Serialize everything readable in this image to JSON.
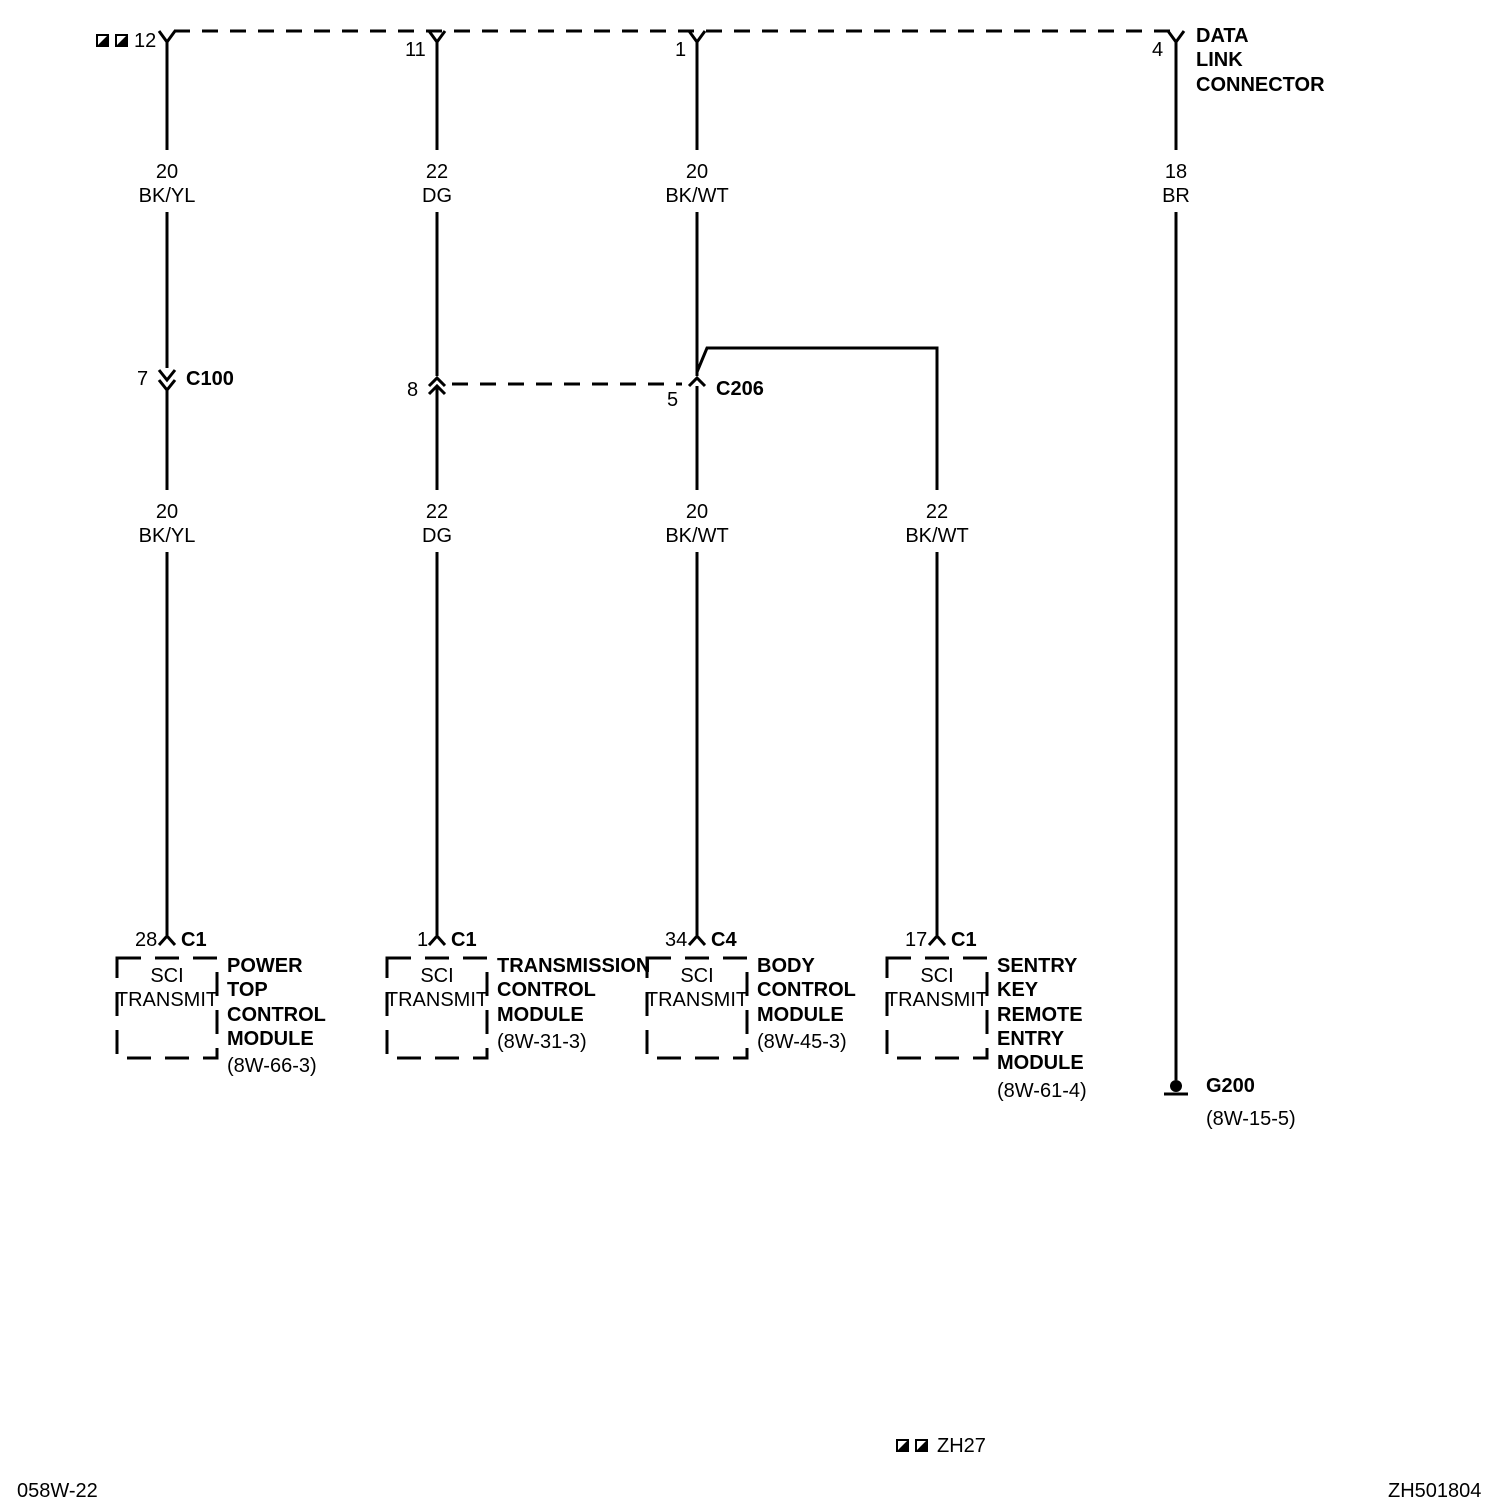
{
  "dlc": {
    "label": [
      "DATA",
      "LINK",
      "CONNECTOR"
    ],
    "pins": [
      "12",
      "11",
      "1",
      "4"
    ],
    "icons": [
      "splice-indicator-icon",
      "splice-indicator-icon"
    ]
  },
  "wires": [
    {
      "gauge": "20",
      "color": "BK/YL"
    },
    {
      "gauge": "22",
      "color": "DG"
    },
    {
      "gauge": "20",
      "color": "BK/WT"
    },
    {
      "gauge": "18",
      "color": "BR"
    },
    {
      "gauge": "20",
      "color": "BK/YL"
    },
    {
      "gauge": "22",
      "color": "DG"
    },
    {
      "gauge": "20",
      "color": "BK/WT"
    },
    {
      "gauge": "22",
      "color": "BK/WT"
    }
  ],
  "connectors": {
    "c100": {
      "name": "C100",
      "pin": "7"
    },
    "c206": {
      "name": "C206",
      "pin_left": "8",
      "pin_right": "5"
    }
  },
  "modules": [
    {
      "pin": "28",
      "conn": "C1",
      "line1": "SCI",
      "line2": "TRANSMIT",
      "name": [
        "POWER",
        "TOP",
        "CONTROL",
        "MODULE"
      ],
      "ref": "(8W-66-3)"
    },
    {
      "pin": "1",
      "conn": "C1",
      "line1": "SCI",
      "line2": "TRANSMIT",
      "name": [
        "TRANSMISSION",
        "CONTROL",
        "MODULE"
      ],
      "ref": "(8W-31-3)"
    },
    {
      "pin": "34",
      "conn": "C4",
      "line1": "SCI",
      "line2": "TRANSMIT",
      "name": [
        "BODY",
        "CONTROL",
        "MODULE"
      ],
      "ref": "(8W-45-3)"
    },
    {
      "pin": "17",
      "conn": "C1",
      "line1": "SCI",
      "line2": "TRANSMIT",
      "name": [
        "SENTRY",
        "KEY",
        "REMOTE",
        "ENTRY",
        "MODULE"
      ],
      "ref": "(8W-61-4)"
    }
  ],
  "ground": {
    "name": "G200",
    "ref": "(8W-15-5)"
  },
  "footer": {
    "left": "058W-22",
    "center": "ZH27",
    "right": "ZH501804"
  }
}
